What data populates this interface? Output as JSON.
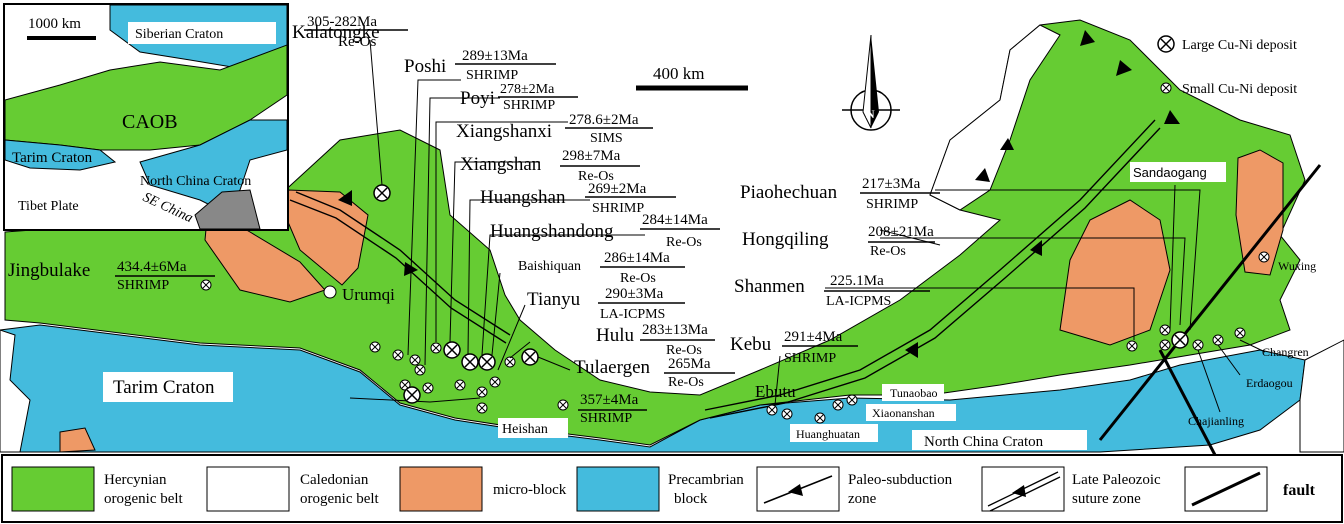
{
  "colors": {
    "hercynian": "#66cc33",
    "caledonian": "#ffffff",
    "microblock": "#ee9966",
    "precambrian": "#44bbdd",
    "se_china": "#888888",
    "outline": "#000000"
  },
  "inset": {
    "scale": "1000 km",
    "labels": {
      "siberian": "Siberian Craton",
      "caob": "CAOB",
      "tarim": "Tarim Craton",
      "north_china": "North China Craton",
      "tibet": "Tibet Plate",
      "se_china": "SE China"
    }
  },
  "map": {
    "scale": "400 km",
    "north": "N",
    "cities": {
      "urumqi": "Urumqi"
    },
    "regions": {
      "tarim": "Tarim Craton",
      "north_china": "North China Craton"
    }
  },
  "deposit_legend": {
    "large": "Large Cu-Ni deposit",
    "small": "Small Cu-Ni deposit"
  },
  "deposits": [
    {
      "name": "Kalatongke",
      "age": "305-282Ma",
      "method": "Re-Os"
    },
    {
      "name": "Poshi",
      "age": "289±13Ma",
      "method": "SHRIMP"
    },
    {
      "name": "Poyi",
      "age": "278±2Ma",
      "method": "SHRIMP"
    },
    {
      "name": "Xiangshanxi",
      "age": "278.6±2Ma",
      "method": "SIMS"
    },
    {
      "name": "Xiangshan",
      "age": "298±7Ma",
      "method": "Re-Os"
    },
    {
      "name": "Huangshan",
      "age": "269±2Ma",
      "method": "SHRIMP"
    },
    {
      "name": "Huangshandong",
      "age": "284±14Ma",
      "method": "Re-Os"
    },
    {
      "name": "Baishiquan",
      "age": "286±14Ma",
      "method": "Re-Os"
    },
    {
      "name": "Tianyu",
      "age": "290±3Ma",
      "method": "LA-ICPMS"
    },
    {
      "name": "Hulu",
      "age": "283±13Ma",
      "method": "Re-Os"
    },
    {
      "name": "Tulaergen",
      "age": "265Ma",
      "method": "Re-Os"
    },
    {
      "name": "Jingbulake",
      "age": "434.4±6Ma",
      "method": "SHRIMP"
    },
    {
      "name": "Heishan",
      "age": "357±4Ma",
      "method": "SHRIMP"
    },
    {
      "name": "Kebu",
      "age": "291±4Ma",
      "method": "SHRIMP"
    },
    {
      "name": "Piaohechuan",
      "age": "217±3Ma",
      "method": "SHRIMP"
    },
    {
      "name": "Hongqiling",
      "age": "208±21Ma",
      "method": "Re-Os"
    },
    {
      "name": "Shanmen",
      "age": "225.1Ma",
      "method": "LA-ICPMS"
    }
  ],
  "other_sites": {
    "ebutu": "Ebutu",
    "tunaobao": "Tunaobao",
    "xiaonanshan": "Xiaonanshan",
    "huanghuatan": "Huanghuatan",
    "sandaogang": "Sandaogang",
    "wuxing": "Wuxing",
    "changren": "Changren",
    "erdaogou": "Erdaogou",
    "chajianling": "Chajianling"
  },
  "legend": {
    "hercynian": [
      "Hercynian",
      "orogenic belt"
    ],
    "caledonian": [
      "Caledonian",
      "orogenic belt"
    ],
    "microblock": "micro-block",
    "precambrian": [
      "Precambrian",
      "block"
    ],
    "subduction": [
      "Paleo-subduction",
      "zone"
    ],
    "suture": [
      "Late Paleozoic",
      "suture zone"
    ],
    "fault": "fault"
  }
}
